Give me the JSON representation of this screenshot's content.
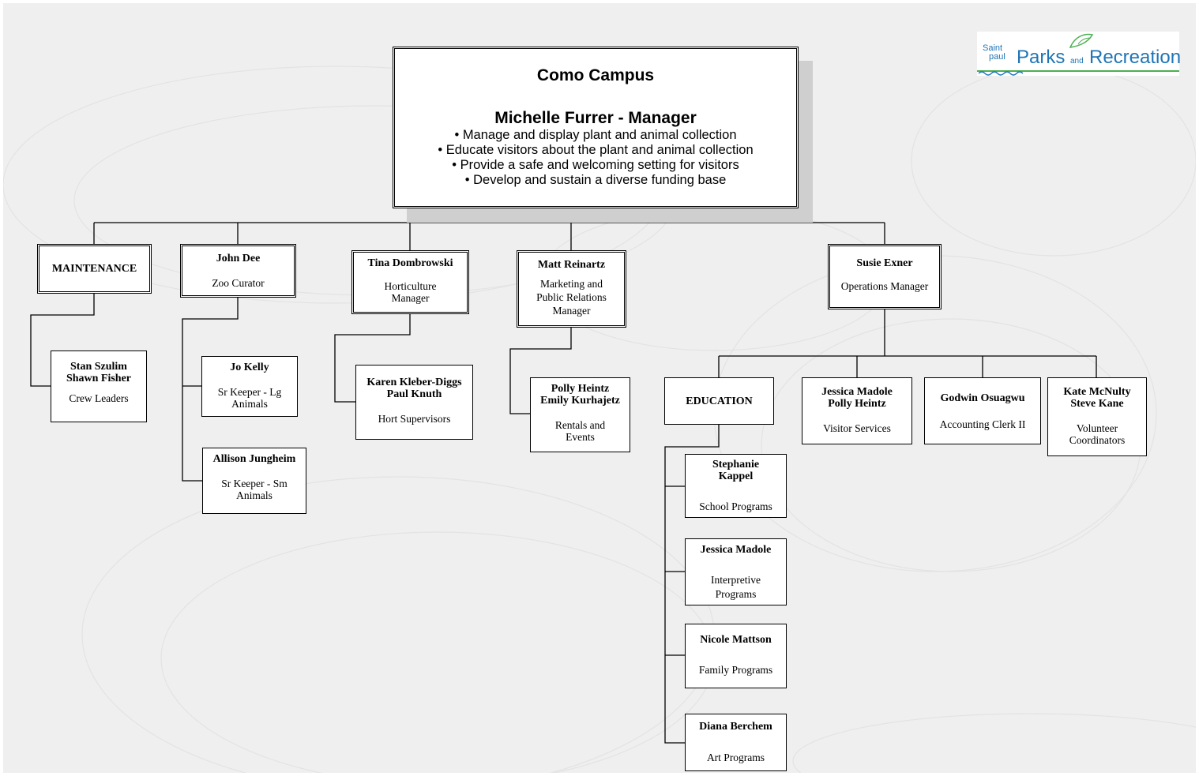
{
  "colors": {
    "background": "#efefef",
    "logo_blue": "#1f75b5",
    "logo_green": "#4caf50"
  },
  "logo": {
    "saint": "Saint",
    "paul": "paul",
    "parks": "Parks",
    "and": "and",
    "recreation": "Recreation"
  },
  "top": {
    "title": "Como Campus",
    "manager": "Michelle Furrer - Manager",
    "duties": [
      "• Manage and display plant and animal collection",
      "• Educate visitors about the plant and animal collection",
      "• Provide a safe and welcoming setting for visitors",
      "• Develop and sustain a diverse funding base"
    ]
  },
  "boxes": {
    "maintenance": {
      "name": "MAINTENANCE"
    },
    "crew_leaders": {
      "name": "Stan Szulim\nShawn Fisher",
      "role": "Crew Leaders"
    },
    "zoo_curator": {
      "name": "John Dee",
      "role": "Zoo Curator"
    },
    "keeper_lg": {
      "name": "Jo Kelly",
      "role": "Sr Keeper - Lg\nAnimals"
    },
    "keeper_sm": {
      "name": "Allison Jungheim",
      "role": "Sr Keeper - Sm\nAnimals"
    },
    "horticulture": {
      "name": "Tina Dombrowski",
      "role": "Horticulture\nManager"
    },
    "hort_supervisors": {
      "name": "Karen Kleber-Diggs\nPaul Knuth",
      "role": "Hort Supervisors"
    },
    "marketing": {
      "name": "Matt Reinartz",
      "role": "Marketing and\nPublic Relations\nManager"
    },
    "rentals": {
      "name": "Polly Heintz\nEmily Kurhajetz",
      "role": "Rentals and\nEvents"
    },
    "operations": {
      "name": "Susie Exner",
      "role": "Operations Manager"
    },
    "education": {
      "name": "EDUCATION"
    },
    "visitor_services": {
      "name": "Jessica Madole\nPolly Heintz",
      "role": "Visitor Services"
    },
    "accounting": {
      "name": "Godwin Osuagwu",
      "role": "Accounting Clerk II"
    },
    "volunteer": {
      "name": "Kate McNulty\nSteve Kane",
      "role": "Volunteer\nCoordinators"
    },
    "school": {
      "name": "Stephanie\nKappel",
      "role": "School Programs"
    },
    "interpretive": {
      "name": "Jessica Madole",
      "role": "Interpretive\nPrograms"
    },
    "family": {
      "name": "Nicole Mattson",
      "role": "Family Programs"
    },
    "art": {
      "name": "Diana Berchem",
      "role": "Art Programs"
    }
  }
}
